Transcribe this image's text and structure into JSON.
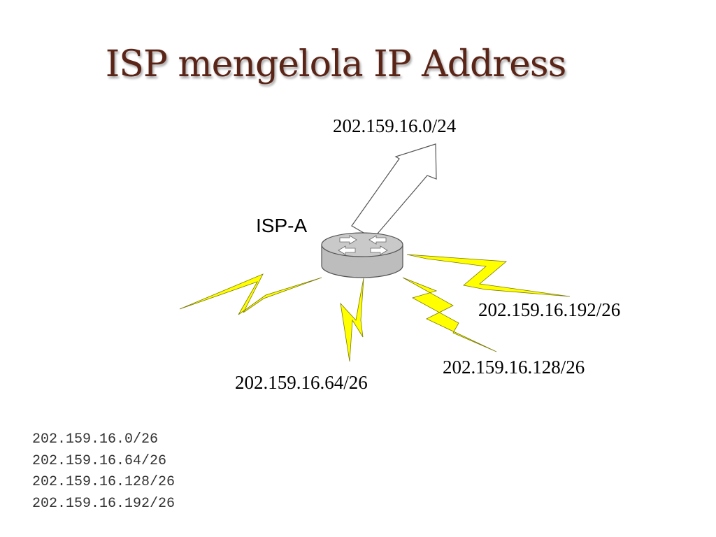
{
  "slide": {
    "title": "ISP mengelola IP Address"
  },
  "diagram": {
    "router": {
      "label": "ISP-A",
      "icon": "router-icon",
      "colors": {
        "body": "#bdbdbd",
        "top": "#c9c9c9",
        "outline": "#555555"
      }
    },
    "uplink": {
      "label": "202.159.16.0/24",
      "icon": "arrow-up-right-icon"
    },
    "links": [
      {
        "label": ""
      },
      {
        "label": "202.159.16.64/26"
      },
      {
        "label": "202.159.16.128/26"
      },
      {
        "label": "202.159.16.192/26"
      }
    ],
    "link_color": "#ffff00"
  },
  "subnet_list": [
    "202.159.16.0/26",
    "202.159.16.64/26",
    "202.159.16.128/26",
    "202.159.16.192/26"
  ]
}
